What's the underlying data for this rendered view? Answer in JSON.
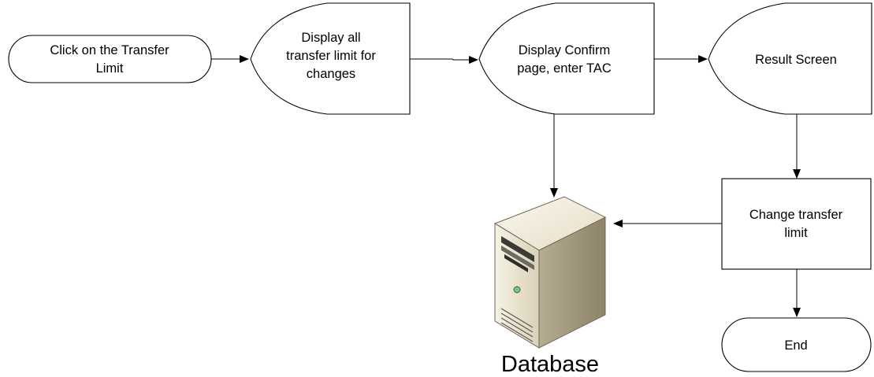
{
  "diagram": {
    "nodes": {
      "click_transfer_limit": {
        "lines": [
          "Click on the Transfer",
          "Limit"
        ]
      },
      "display_all_limits": {
        "lines": [
          "Display all",
          "transfer limit for",
          "changes"
        ]
      },
      "display_confirm": {
        "lines": [
          "Display Confirm",
          "page, enter TAC"
        ]
      },
      "result_screen": {
        "lines": [
          "Result Screen"
        ]
      },
      "change_transfer_limit": {
        "lines": [
          "Change transfer",
          "limit"
        ]
      },
      "end": {
        "lines": [
          "End"
        ]
      }
    },
    "database": {
      "label": "Database",
      "icon": "server-icon"
    },
    "edges": [
      {
        "from": "click_transfer_limit",
        "to": "display_all_limits"
      },
      {
        "from": "display_all_limits",
        "to": "display_confirm"
      },
      {
        "from": "display_confirm",
        "to": "result_screen"
      },
      {
        "from": "display_confirm",
        "to": "database"
      },
      {
        "from": "result_screen",
        "to": "change_transfer_limit"
      },
      {
        "from": "change_transfer_limit",
        "to": "database"
      },
      {
        "from": "change_transfer_limit",
        "to": "end"
      }
    ]
  }
}
